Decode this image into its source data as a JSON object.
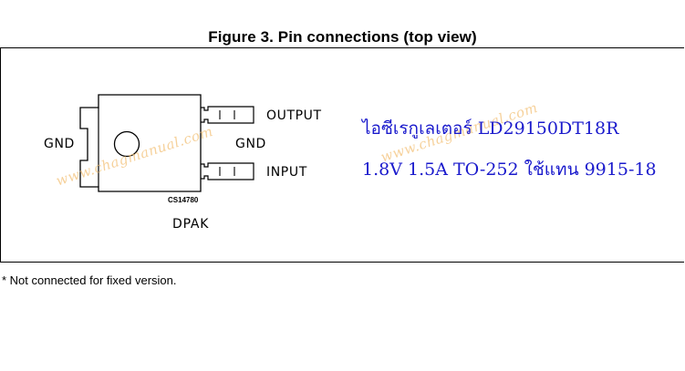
{
  "figure": {
    "title": "Figure 3. Pin connections (top view)"
  },
  "pins": {
    "left_gnd": "GND",
    "output": "OUTPUT",
    "middle_gnd": "GND",
    "input": "INPUT"
  },
  "package": {
    "code": "CS14780",
    "name": "DPAK"
  },
  "overlay": {
    "line1": "ไอซีเรกูเลเตอร์ LD29150DT18R",
    "line2": "1.8V 1.5A TO-252 ใช้แทน 9915-18"
  },
  "watermarks": {
    "left": "www.chagmanual.com",
    "right": "www.chagmanual.com"
  },
  "footnote": "* Not connected for fixed version.",
  "colors": {
    "overlay_text": "#1a1acc",
    "watermark": "#f3c27a",
    "outline": "#000000"
  }
}
